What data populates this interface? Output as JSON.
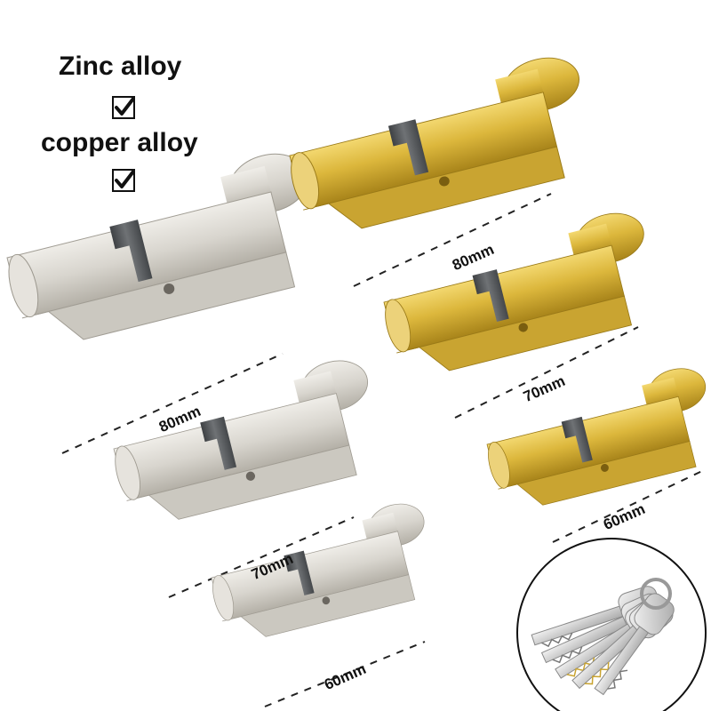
{
  "legend": {
    "material_1": "Zinc alloy",
    "material_1_checked": true,
    "material_2": "copper alloy",
    "material_2_checked": true
  },
  "cylinders": {
    "satin_nickel": [
      {
        "size": "80mm"
      },
      {
        "size": "70mm"
      },
      {
        "size": "60mm"
      }
    ],
    "brass": [
      {
        "size": "80mm"
      },
      {
        "size": "70mm"
      },
      {
        "size": "60mm"
      }
    ]
  },
  "keys_inset": {
    "icon": "keys-icon"
  },
  "colors": {
    "nickel": "#d9d6cf",
    "nickel_dark": "#a9a59c",
    "brass": "#d9b63a",
    "brass_dark": "#a8841a",
    "cam": "#5c5f62",
    "check": "#111111"
  }
}
